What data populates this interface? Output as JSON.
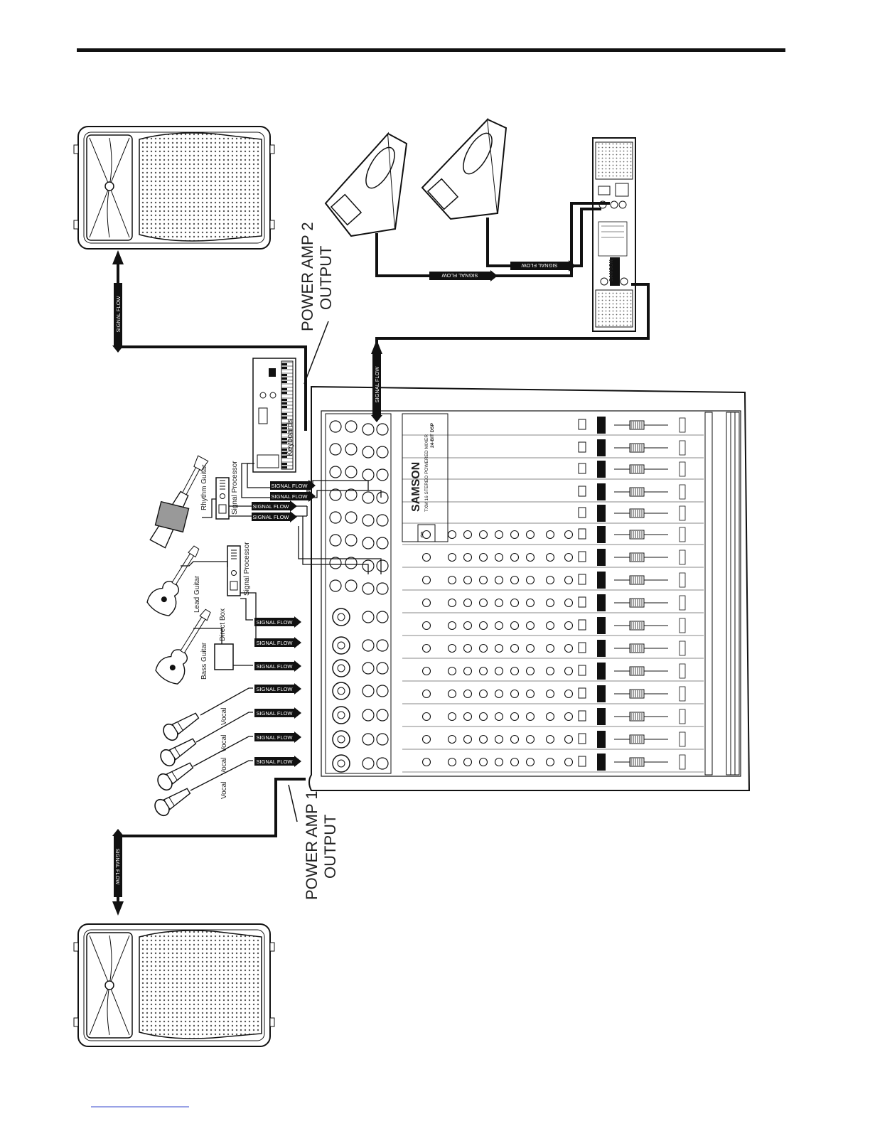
{
  "signal_flow_label": "SIGNAL FLOW",
  "power_amp_1": {
    "line1": "POWER AMP 1",
    "line2": "OUTPUT"
  },
  "power_amp_2": {
    "line1": "POWER AMP 2",
    "line2": "OUTPUT"
  },
  "sources": {
    "vocal": "Vocal",
    "bass_guitar": "Bass Guitar",
    "direct_box": "Direct Box",
    "lead_guitar": "Lead Guitar",
    "signal_processor": "Signal Processor",
    "rhythm_guitar": "Rhythm Guitar",
    "keyboards": "Keyboards"
  },
  "mixer": {
    "brand": "SAMSON",
    "model": "TXM 16 STEREO POWERED MIXER",
    "dsp": "24-BIT DSP"
  },
  "amp_brand": "SAMSON",
  "colors": {
    "line": "#111111",
    "tag_bg": "#111111",
    "tag_text": "#ffffff"
  }
}
